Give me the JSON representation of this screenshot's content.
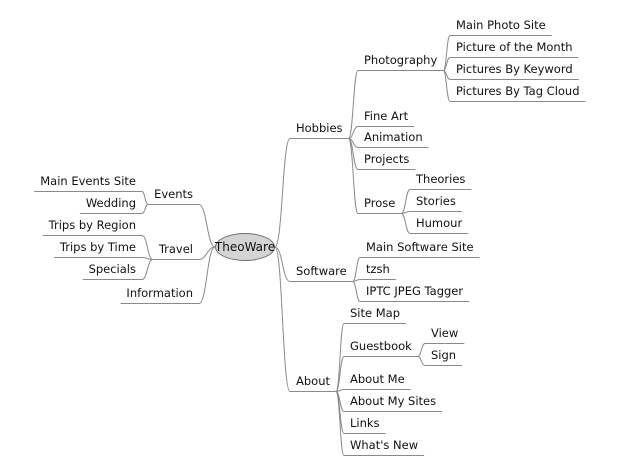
{
  "root": "TheoWare",
  "branches": {
    "hobbies": {
      "label": "Hobbies",
      "photography": {
        "label": "Photography",
        "items": [
          "Main Photo Site",
          "Picture of the Month",
          "Pictures By Keyword",
          "Pictures By Tag Cloud"
        ]
      },
      "fine_art": "Fine Art",
      "animation": "Animation",
      "projects": "Projects",
      "prose": {
        "label": "Prose",
        "items": [
          "Theories",
          "Stories",
          "Humour"
        ]
      }
    },
    "software": {
      "label": "Software",
      "items": [
        "Main Software Site",
        "tzsh",
        "IPTC JPEG Tagger"
      ]
    },
    "about": {
      "label": "About",
      "site_map": "Site Map",
      "guestbook": {
        "label": "Guestbook",
        "items": [
          "View",
          "Sign"
        ]
      },
      "about_me": "About Me",
      "about_my_sites": "About My Sites",
      "links": "Links",
      "whats_new": "What's New"
    },
    "events": {
      "label": "Events",
      "items": [
        "Main Events Site",
        "Wedding"
      ]
    },
    "travel": {
      "label": "Travel",
      "items": [
        "Trips by Region",
        "Trips by Time",
        "Specials"
      ]
    },
    "information": "Information"
  },
  "colors": {
    "line": "#8a8a8a",
    "root_fill": "#d4d4d4",
    "root_border": "#6e6e6e",
    "text": "#111111"
  }
}
